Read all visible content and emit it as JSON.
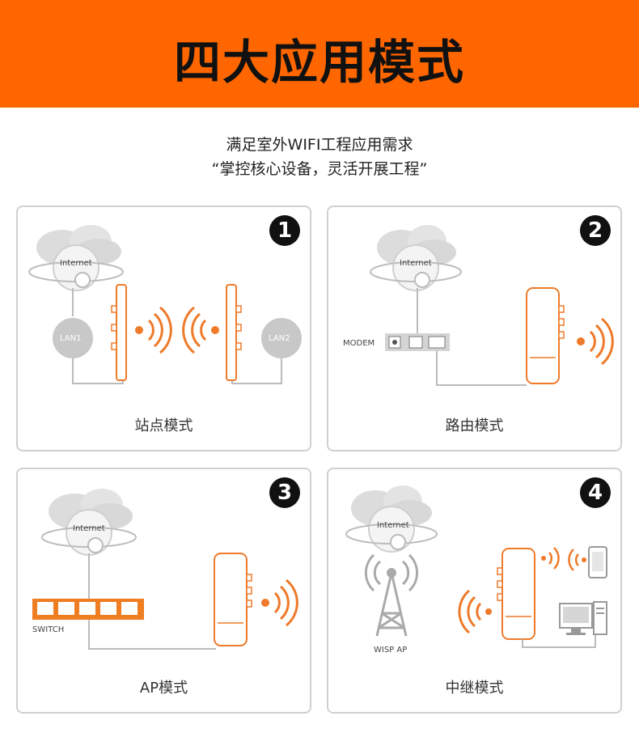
{
  "header": {
    "title": "四大应用模式"
  },
  "subtitle": {
    "line1": "满足室外WIFI工程应用需求",
    "line2": "“掌控核心设备，灵活开展工程”"
  },
  "panels": [
    {
      "number": "1",
      "caption": "站点模式",
      "internet_label": "Internet",
      "lan1": "LAN1",
      "lan2": "LAN2"
    },
    {
      "number": "2",
      "caption": "路由模式",
      "internet_label": "Internet",
      "modem_label": "MODEM"
    },
    {
      "number": "3",
      "caption": "AP模式",
      "internet_label": "Internet",
      "switch_label": "SWITCH"
    },
    {
      "number": "4",
      "caption": "中继模式",
      "internet_label": "Internet",
      "wisp_label": "WISP AP"
    }
  ],
  "colors": {
    "accent": "#ff6600",
    "device_stroke": "#ee7a2a",
    "gray": "#b8b8b8"
  }
}
